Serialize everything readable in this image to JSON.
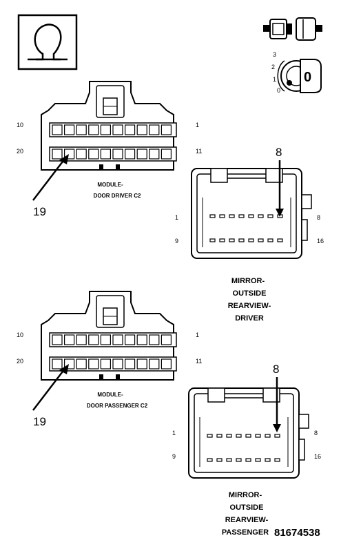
{
  "ohmmeter_icon": "ohm-symbol-icon",
  "connector_separated_icon": "connector-separated-icon",
  "ignition_key_icon": "ignition-key-icon",
  "ignition_positions": [
    "3",
    "2",
    "1",
    "0"
  ],
  "ignition_key_position": "0",
  "sections": [
    {
      "module": {
        "label_line1": "MODULE-",
        "label_line2": "DOOR DRIVER C2",
        "pin_top_left": "10",
        "pin_top_right": "1",
        "pin_bottom_left": "20",
        "pin_bottom_right": "11",
        "callout": "19"
      },
      "mirror": {
        "pin_top_left": "1",
        "pin_top_right": "8",
        "pin_bottom_left": "9",
        "pin_bottom_right": "16",
        "callout": "8",
        "label_lines": [
          "MIRROR-",
          "OUTSIDE",
          "REARVIEW-",
          "DRIVER"
        ]
      }
    },
    {
      "module": {
        "label_line1": "MODULE-",
        "label_line2": "DOOR PASSENGER C2",
        "pin_top_left": "10",
        "pin_top_right": "1",
        "pin_bottom_left": "20",
        "pin_bottom_right": "11",
        "callout": "19"
      },
      "mirror": {
        "pin_top_left": "1",
        "pin_top_right": "8",
        "pin_bottom_left": "9",
        "pin_bottom_right": "16",
        "callout": "8",
        "label_lines": [
          "MIRROR-",
          "OUTSIDE",
          "REARVIEW-",
          "PASSENGER"
        ]
      }
    }
  ],
  "figure_number": "81674538"
}
